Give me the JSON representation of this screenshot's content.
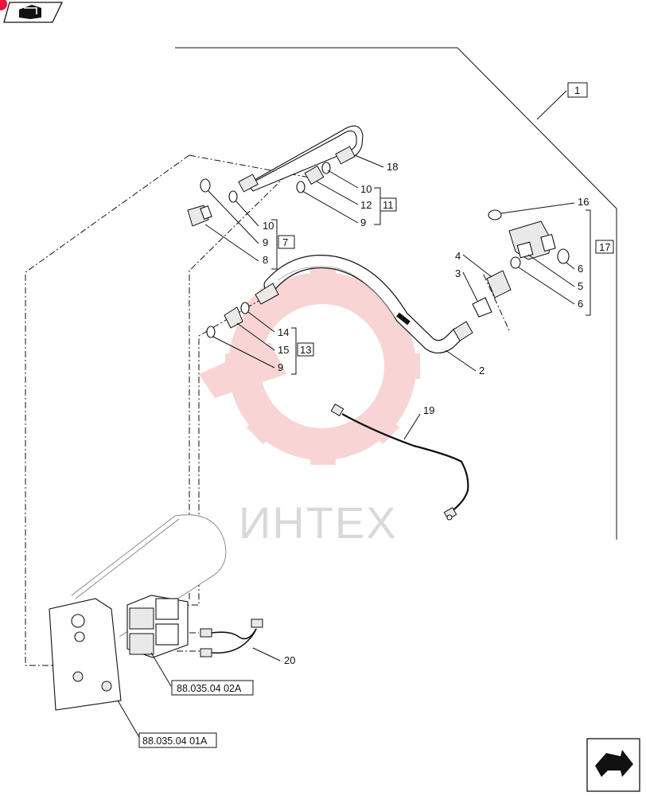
{
  "header": {
    "nav_icon": "book-arrow-icon",
    "corner_badge_color": "#e3173e"
  },
  "watermark": {
    "text": "ИНТЕХ",
    "gear_color": "#f3b1b1",
    "text_color": "#d9d9d9"
  },
  "callouts": {
    "c1": "1",
    "c2": "2",
    "c3": "3",
    "c4": "4",
    "c5": "5",
    "c6a": "6",
    "c6b": "6",
    "c7": "7",
    "c8": "8",
    "c9a": "9",
    "c9b": "9",
    "c9c": "9",
    "c10a": "10",
    "c10b": "10",
    "c11": "11",
    "c12": "12",
    "c13": "13",
    "c14": "14",
    "c15": "15",
    "c16": "16",
    "c17": "17",
    "c18": "18",
    "c19": "19",
    "c20": "20"
  },
  "references": {
    "ref_a": "88.035.04 02A",
    "ref_b": "88.035.04 01A"
  },
  "footer": {
    "nav_icon": "return-arrow-icon"
  }
}
